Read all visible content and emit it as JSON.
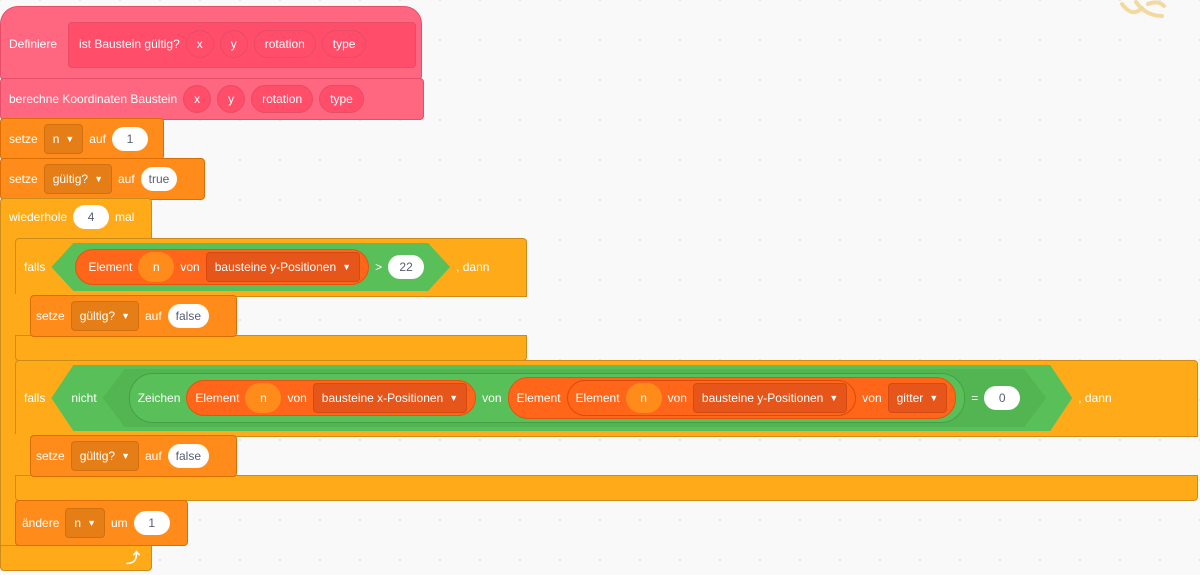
{
  "define": {
    "label": "Definiere",
    "name": "ist Baustein gültig?",
    "args": [
      "x",
      "y",
      "rotation",
      "type"
    ]
  },
  "call": {
    "label": "berechne Koordinaten Baustein",
    "args": [
      "x",
      "y",
      "rotation",
      "type"
    ]
  },
  "set_n": {
    "label": "setze",
    "var": "n",
    "to": "auf",
    "value": "1"
  },
  "set_valid": {
    "label": "setze",
    "var": "gültig?",
    "to": "auf",
    "value": "true"
  },
  "repeat": {
    "label": "wiederhole",
    "count": "4",
    "suffix": "mal"
  },
  "if1": {
    "label": "falls",
    "item": "Element",
    "index": "n",
    "of": "von",
    "list": "bausteine y-Positionen",
    "op": ">",
    "value": "22",
    "then": ", dann",
    "body": {
      "label": "setze",
      "var": "gültig?",
      "to": "auf",
      "value": "false"
    }
  },
  "if2": {
    "label": "falls",
    "not": "nicht",
    "letter": "Zeichen",
    "item": "Element",
    "index": "n",
    "of": "von",
    "list_x": "bausteine x-Positionen",
    "of2": "von",
    "item2": "Element",
    "item3": "Element",
    "index2": "n",
    "of3": "von",
    "list_y": "bausteine y-Positionen",
    "of4": "von",
    "grid": "gitter",
    "op": "=",
    "value": "0",
    "then": ", dann",
    "body": {
      "label": "setze",
      "var": "gültig?",
      "to": "auf",
      "value": "false"
    }
  },
  "change": {
    "label": "ändere",
    "var": "n",
    "by": "um",
    "value": "1"
  },
  "colors": {
    "custom": "#FF6680",
    "variables": "#FF8C1A",
    "control": "#FFAB19",
    "operators": "#59C059",
    "lists": "#FF661A"
  }
}
